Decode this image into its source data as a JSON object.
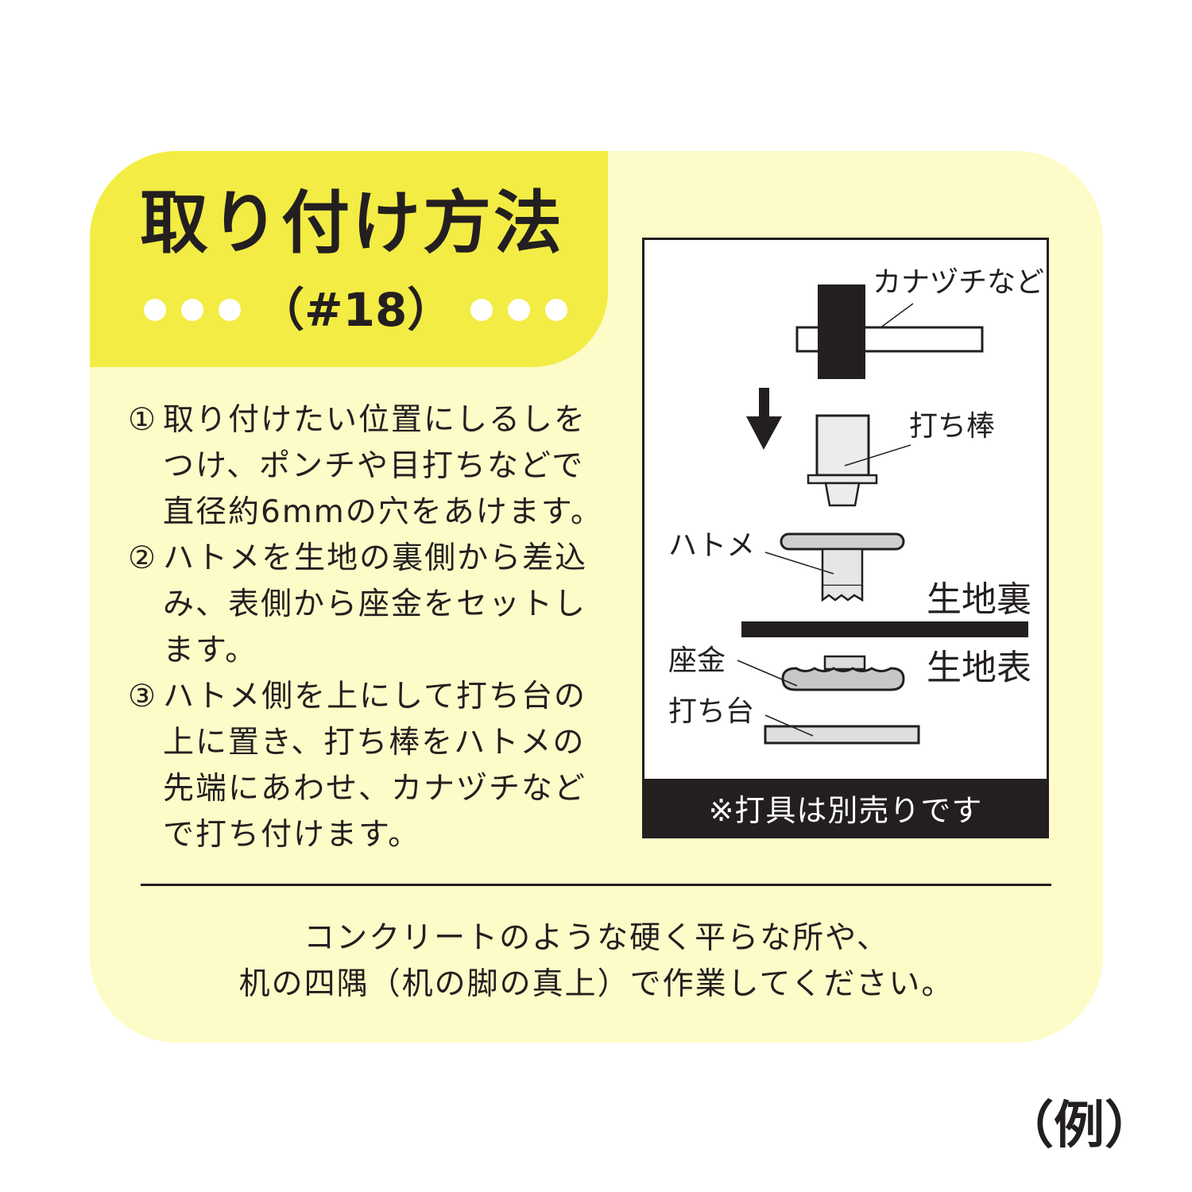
{
  "title": "取り付け方法",
  "subtitle": "（#18）",
  "steps": [
    {
      "num": "①",
      "text": "取り付けたい位置にしるしをつけ、ポンチや目打ちなどで直径約6mmの穴をあけます。"
    },
    {
      "num": "②",
      "text": "ハトメを生地の裏側から差込み、表側から座金をセットします。"
    },
    {
      "num": "③",
      "text": "ハトメ側を上にして打ち台の上に置き、打ち棒をハトメの先端にあわせ、カナヅチなどで打ち付けます。"
    }
  ],
  "diagram": {
    "labels": {
      "hammer": "カナヅチなど",
      "punch": "打ち棒",
      "eyelet": "ハトメ",
      "fabric_back": "生地裏",
      "washer": "座金",
      "fabric_front": "生地表",
      "anvil": "打ち台"
    },
    "note": "※打具は別売りです"
  },
  "footer": {
    "line1": "コンクリートのような硬く平らな所や、",
    "line2": "机の四隅（机の脚の真上）で作業してください。"
  },
  "example": "（例）",
  "colors": {
    "card_background": "#fdfbc7",
    "title_panel": "#f3ec44",
    "ink": "#231f20"
  }
}
